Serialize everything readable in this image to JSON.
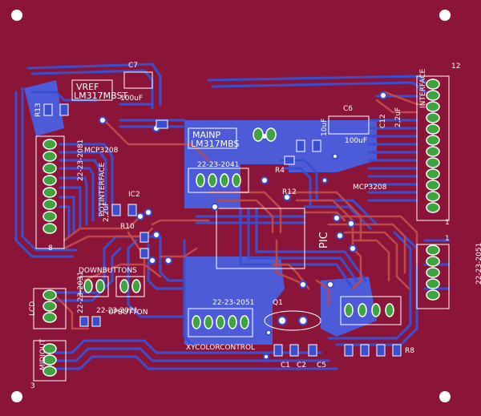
{
  "board": {
    "colors": {
      "substrate": "#8a1538",
      "copper_bottom": "#3a4fd0",
      "copper_fill": "#4a5fe0",
      "trace_top": "#c04848",
      "pad": "#3fa33f",
      "silk": "#ffffff",
      "hole": "#ffffff"
    },
    "labels": {
      "vref": "VREF",
      "vref_reg": "LM317MBST",
      "c7": "C7",
      "c7_val": "100uF",
      "r13": "R13",
      "mainp": "MAINP",
      "main_reg": "LM317MBS",
      "c6": "C6",
      "c6_val": "100uF",
      "c12": "C12",
      "c12_val": "2,2uF",
      "c10_val": "10uF",
      "header_2041": "22-23-2041",
      "interface": "INTERFACE",
      "mcp_left": "MCP3208",
      "mcp_right": "MCP3208",
      "potinterface": "POTINTERFACE",
      "c_22uf": "2,2uF",
      "r10": "R10",
      "r12": "R12",
      "r4": "R4",
      "pic": "PIC",
      "ic2": "IC2",
      "downbuttons": "DOWNBUTTONS",
      "upbutton": "UPBUTTON",
      "lcd": "LCD",
      "midiout": "MIDIOUT",
      "header_2051": "22-23-2051",
      "xycolorcontrol": "XYCOLORCONTROL",
      "crystal": "Q1",
      "c1": "C1",
      "c2": "C2",
      "c5": "C5",
      "r8": "R8",
      "header_2031": "22-23-2031",
      "header_2021": "22-23-2021",
      "header_2081": "22-23-2081",
      "pin12": "12",
      "pin1": "1",
      "pin8": "8",
      "pin1b": "1",
      "pin3": "3"
    }
  }
}
